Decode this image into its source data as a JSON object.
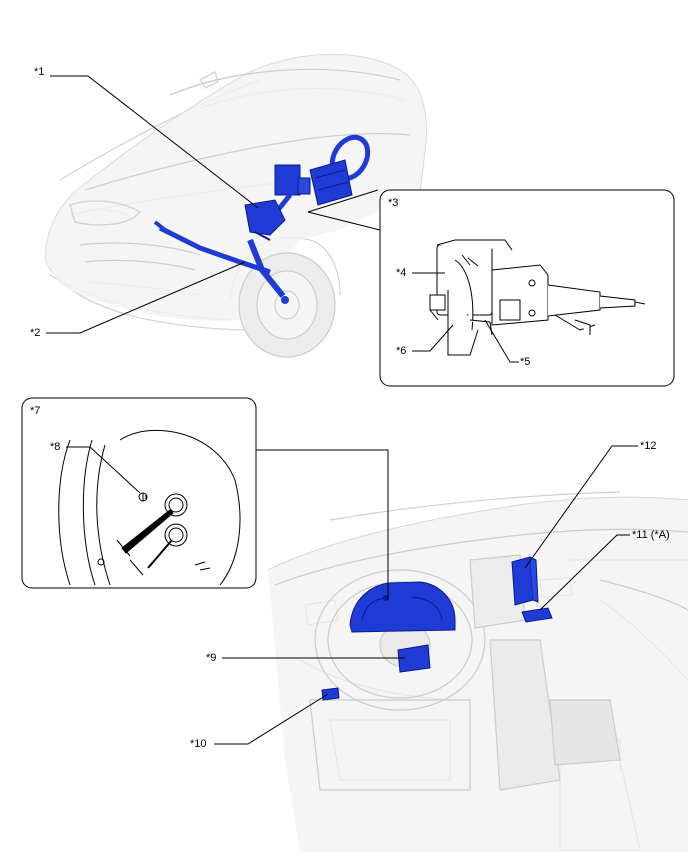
{
  "callouts": {
    "c1": "*1",
    "c2": "*2",
    "c3": "*3",
    "c4": "*4",
    "c5": "*5",
    "c6": "*6",
    "c7": "*7",
    "c8": "*8",
    "c9": "*9",
    "c10": "*10",
    "c11": "*11 (*A)",
    "c12": "*12"
  },
  "colors": {
    "component_blue": "#1f3bd6",
    "component_dark": "#0c1a8a",
    "ghost_line": "#d4d4d4",
    "ghost_fill": "#f3f3f3",
    "leader": "#000000"
  }
}
